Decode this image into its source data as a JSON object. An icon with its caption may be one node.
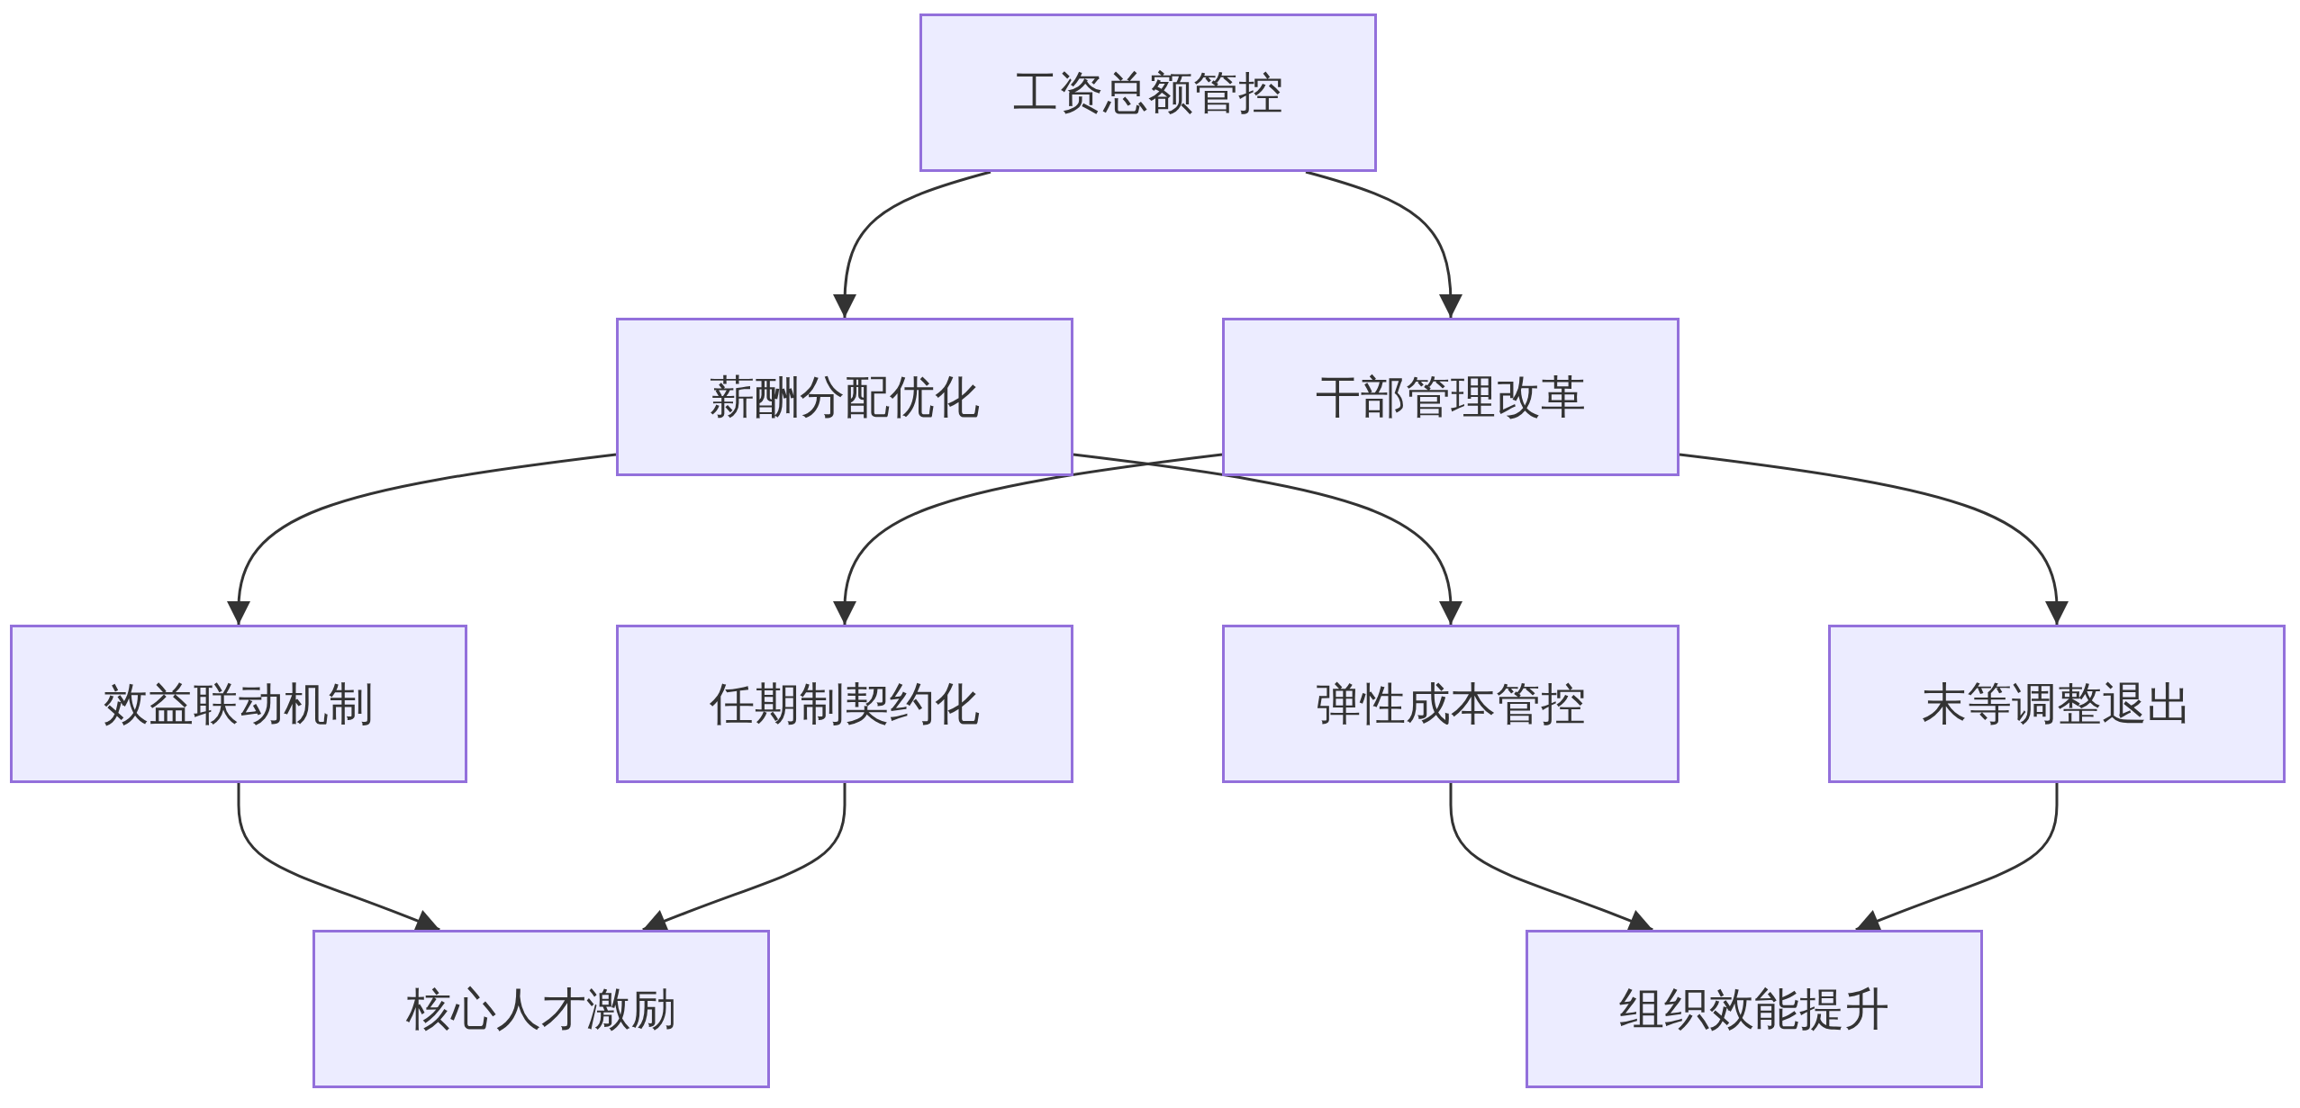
{
  "diagram": {
    "nodes": [
      {
        "text": [
          "工资总额管控"
        ]
      },
      {
        "text": [
          "薪酬分配优化"
        ]
      },
      {
        "text": [
          "干部管理改革"
        ]
      },
      {
        "text": [
          "效益联动机制"
        ]
      },
      {
        "text": [
          "任期制契约化"
        ]
      },
      {
        "text": [
          "弹性成本管控"
        ]
      },
      {
        "text": [
          "末等调整退出"
        ]
      },
      {
        "text": [
          "核心人才激励"
        ]
      },
      {
        "text": [
          "组织效能提升"
        ]
      }
    ],
    "edges": [
      {
        "from": 0,
        "to": 1,
        "arrow": "to"
      },
      {
        "from": 0,
        "to": 2,
        "arrow": "to"
      },
      {
        "from": 1,
        "to": 3,
        "arrow": "to"
      },
      {
        "from": 1,
        "to": 5,
        "arrow": "to"
      },
      {
        "from": 2,
        "to": 4,
        "arrow": "to"
      },
      {
        "from": 2,
        "to": 6,
        "arrow": "to"
      },
      {
        "from": 3,
        "to": 7,
        "arrow": "to"
      },
      {
        "from": 4,
        "to": 7,
        "arrow": "to"
      },
      {
        "from": 5,
        "to": 8,
        "arrow": "to"
      },
      {
        "from": 6,
        "to": 8,
        "arrow": "to"
      }
    ]
  }
}
